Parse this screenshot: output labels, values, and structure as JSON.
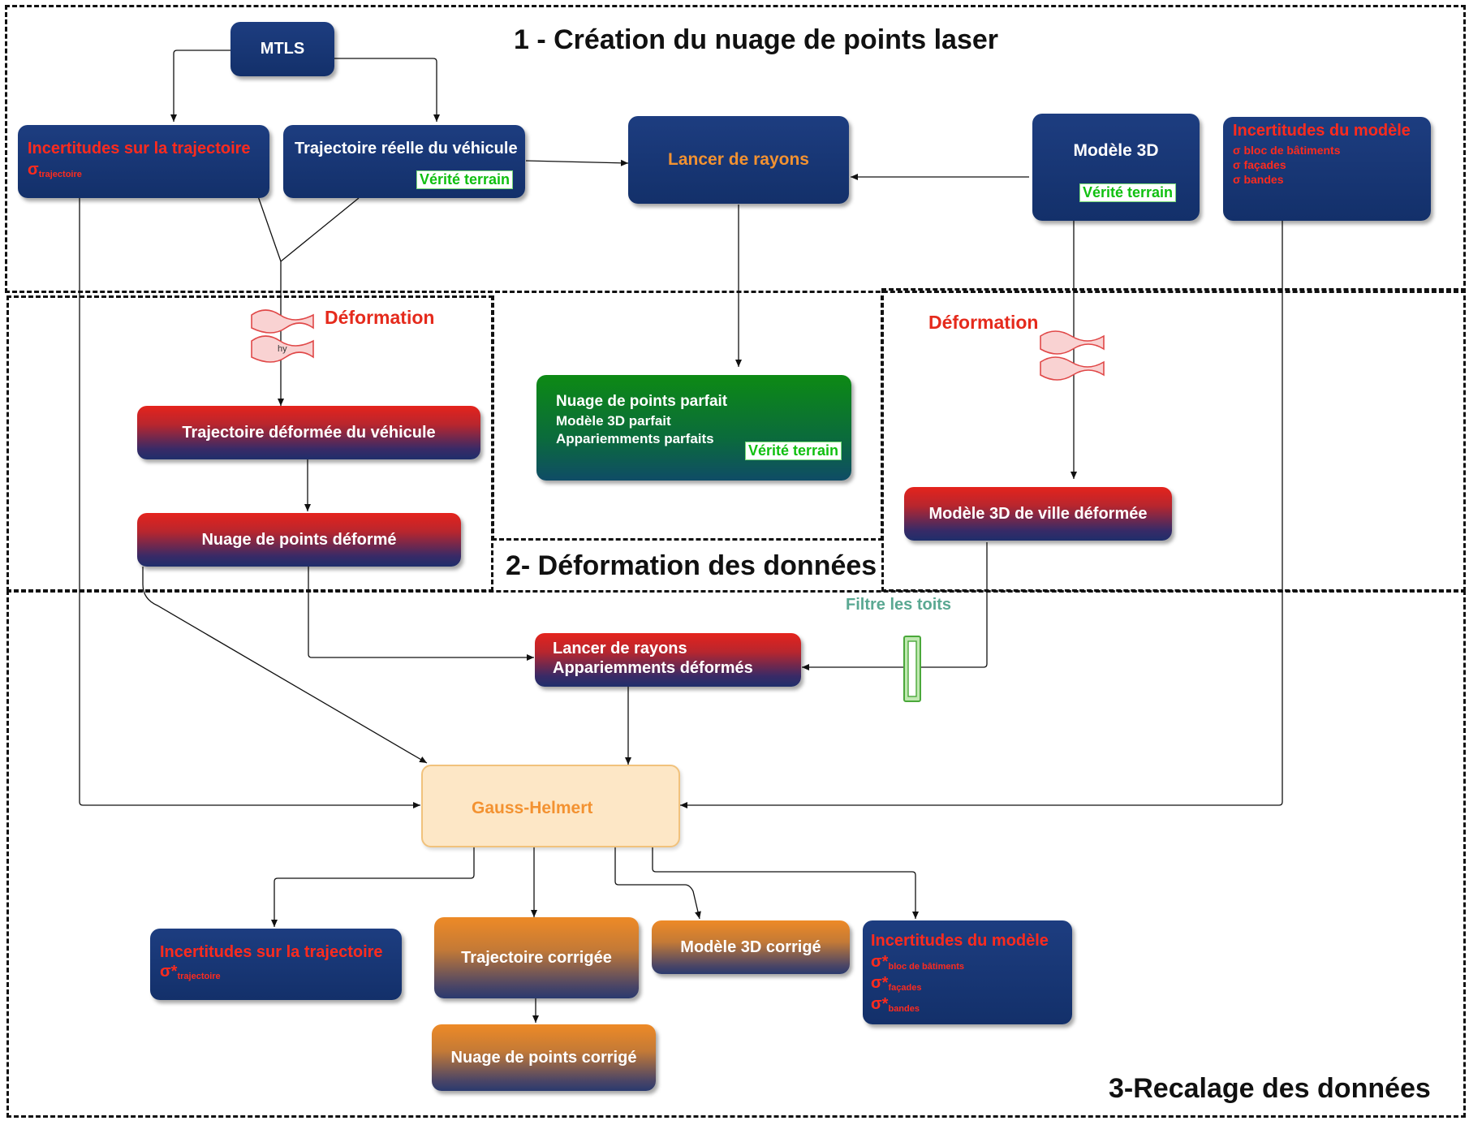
{
  "sections": {
    "s1": "1 - Création du nuage de points laser",
    "s2": "2- Déformation des données",
    "s3": "3-Recalage des données"
  },
  "nodes": {
    "mtls": "MTLS",
    "incert_traj_top": {
      "title": "Incertitudes sur la trajectoire",
      "sigma": "σ",
      "sub": "trajectoire"
    },
    "traj_reelle": "Trajectoire réelle du véhicule",
    "verite_terrain": "Vérité terrain",
    "lancer_rayons": "Lancer de rayons",
    "modele3d": "Modèle 3D",
    "incert_modele_top": {
      "title": "Incertitudes du modèle",
      "lines": [
        "σ bloc de bâtiments",
        "σ façades",
        "σ bandes"
      ]
    },
    "traj_deformee": "Trajectoire déformée du véhicule",
    "nuage_deforme": "Nuage de points déformé",
    "nuage_parfait": [
      "Nuage de points parfait",
      "Modèle 3D parfait",
      "Appariemments parfaits"
    ],
    "modele_ville_deforme": "Modèle 3D de ville déformée",
    "lancer_app_deformes": [
      "Lancer de rayons",
      "Appariemments déformés"
    ],
    "gauss_helmert": "Gauss-Helmert",
    "incert_traj_bottom": {
      "title": "Incertitudes sur la trajectoire",
      "sigma": "σ*",
      "sub": "trajectoire"
    },
    "traj_corrigee": "Trajectoire corrigée",
    "modele3d_corrige": "Modèle 3D  corrigé",
    "incert_modele_bottom": {
      "title": "Incertitudes du modèle",
      "items": [
        {
          "sigma": "σ*",
          "sub": "bloc de bâtiments"
        },
        {
          "sigma": "σ*",
          "sub": "façades"
        },
        {
          "sigma": "σ*",
          "sub": "bandes"
        }
      ]
    },
    "nuage_corrige": "Nuage de points corrigé"
  },
  "labels": {
    "deformation_left": "Déformation",
    "deformation_right": "Déformation",
    "filtre_toits": "Filtre les toits",
    "wave_small": "hy"
  },
  "colors": {
    "dark_blue": "#1d3d80",
    "red_text": "#ff2b1d",
    "orange_text": "#f39231",
    "green_label": "#10c010",
    "peach_fill": "#fde7c6"
  }
}
